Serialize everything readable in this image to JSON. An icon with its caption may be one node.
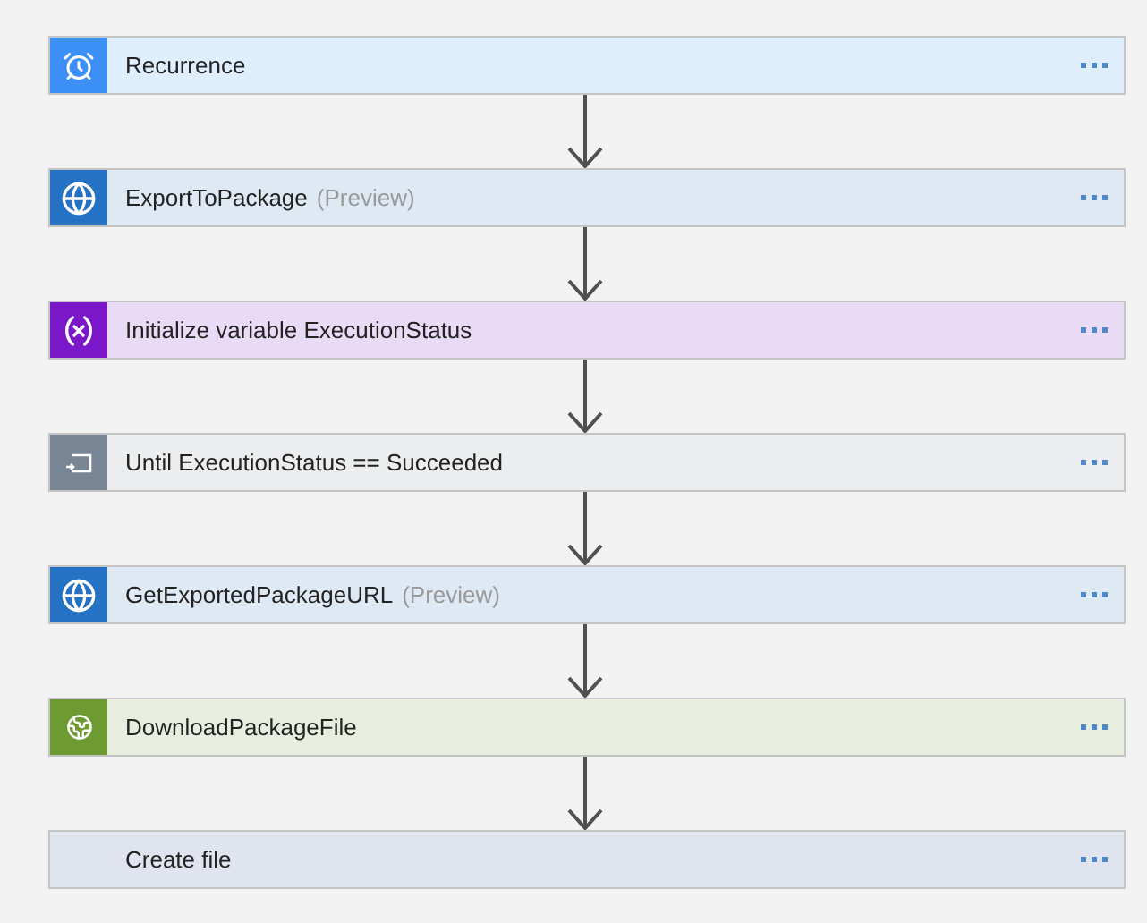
{
  "diagram": {
    "nodes": [
      {
        "text": [
          "Recurrence"
        ]
      },
      {
        "text": [
          "ExportToPackage",
          "(Preview)"
        ]
      },
      {
        "text": [
          "Initialize variable ExecutionStatus"
        ]
      },
      {
        "text": [
          "Until ExecutionStatus == Succeeded"
        ]
      },
      {
        "text": [
          "GetExportedPackageURL",
          "(Preview)"
        ]
      },
      {
        "text": [
          "DownloadPackageFile"
        ]
      },
      {
        "text": [
          "Create file"
        ]
      }
    ],
    "edges": [
      {
        "from": 0,
        "to": 1,
        "arrow": "to"
      },
      {
        "from": 1,
        "to": 2,
        "arrow": "to"
      },
      {
        "from": 2,
        "to": 3,
        "arrow": "to"
      },
      {
        "from": 3,
        "to": 4,
        "arrow": "to"
      },
      {
        "from": 4,
        "to": 5,
        "arrow": "to"
      },
      {
        "from": 5,
        "to": 6,
        "arrow": "to"
      }
    ]
  }
}
